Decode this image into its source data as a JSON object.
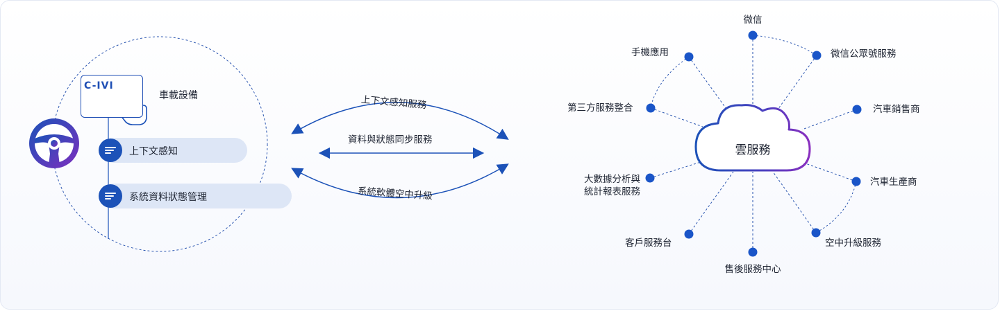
{
  "device": {
    "box_label": "C-IVI",
    "title": "車載設備",
    "item_context": "上下文感知",
    "item_status": "系統資料狀態管理"
  },
  "links": {
    "top": "上下文感知服務",
    "middle": "資料與狀態同步服務",
    "bottom": "系統軟體空中升級"
  },
  "cloud": {
    "label": "雲服務",
    "services": {
      "wechat": "微信",
      "wechat_official": "微信公眾號服務",
      "mobile_app": "手機應用",
      "third_party": "第三方服務整合",
      "car_sales": "汽車銷售商",
      "big_data_line1": "大數據分析與",
      "big_data_line2": "統計報表服務",
      "car_maker": "汽車生產商",
      "customer_desk": "客戶服務台",
      "ota_service": "空中升級服務",
      "after_sales": "售後服務中心"
    }
  },
  "colors": {
    "primary_blue": "#1c52b8",
    "dot_blue": "#1a55c8",
    "accent_purple": "#7b2fbe",
    "pill_bg": "#dde6f6"
  }
}
